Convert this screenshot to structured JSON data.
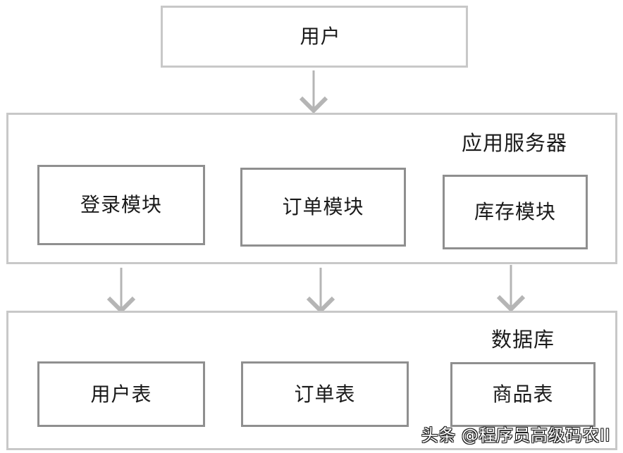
{
  "diagram": {
    "user": {
      "label": "用户"
    },
    "app_server": {
      "title": "应用服务器",
      "modules": [
        {
          "label": "登录模块"
        },
        {
          "label": "订单模块"
        },
        {
          "label": "库存模块"
        }
      ]
    },
    "database": {
      "title": "数据库",
      "tables": [
        {
          "label": "用户表"
        },
        {
          "label": "订单表"
        },
        {
          "label": "商品表"
        }
      ]
    }
  },
  "watermark": "头条 @程序员高级码农II"
}
